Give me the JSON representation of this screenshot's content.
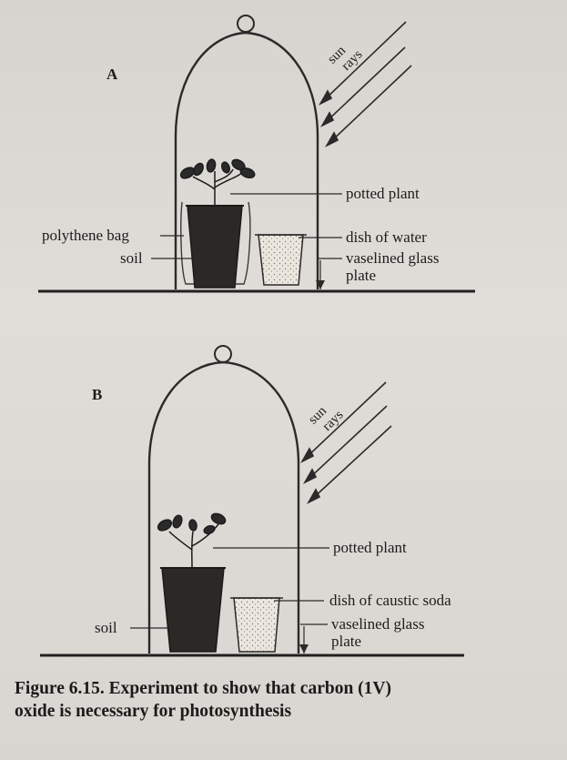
{
  "figure_a": {
    "panel_label": "A",
    "sun_rays_line1": "sun",
    "sun_rays_line2": "rays",
    "potted_plant": "potted plant",
    "polythene_bag": "polythene bag",
    "soil": "soil",
    "dish": "dish of water",
    "vaselined_line1": "vaselined glass",
    "vaselined_line2": "plate"
  },
  "figure_b": {
    "panel_label": "B",
    "sun_rays_line1": "sun",
    "sun_rays_line2": "rays",
    "potted_plant": "potted plant",
    "soil": "soil",
    "dish": "dish of caustic soda",
    "vaselined_line1": "vaselined glass",
    "vaselined_line2": "plate"
  },
  "caption": {
    "line1": "Figure 6.15. Experiment to show that carbon (1V)",
    "line2": "oxide is necessary for photosynthesis"
  }
}
